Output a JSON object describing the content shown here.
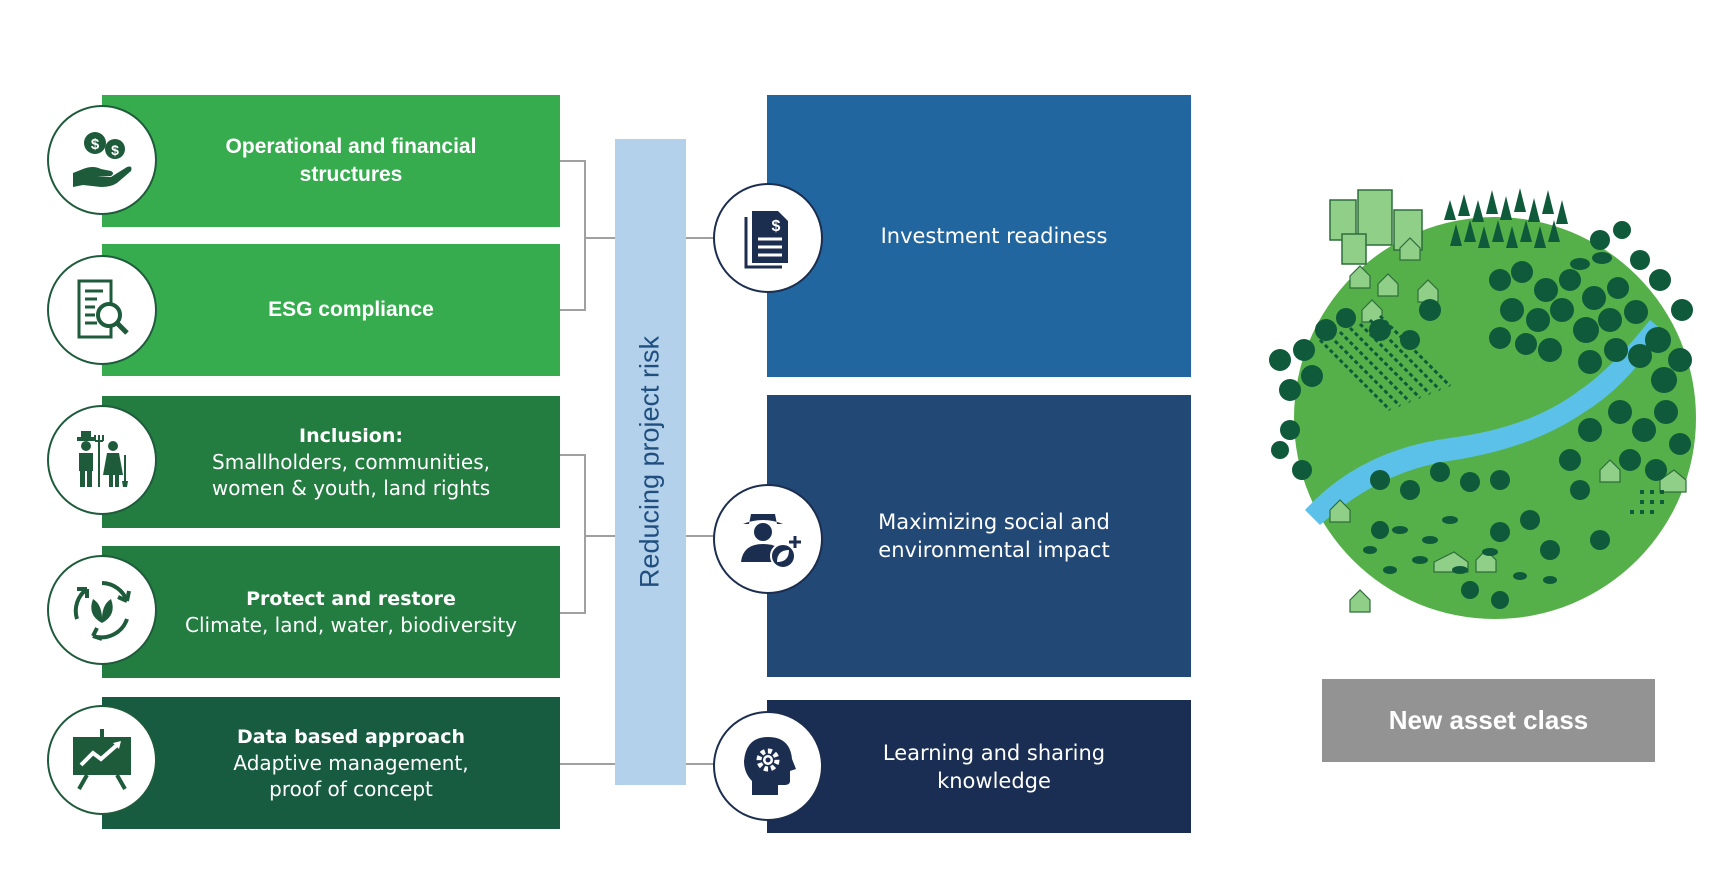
{
  "left_items": [
    {
      "lines": [
        "Operational and financial",
        "structures"
      ],
      "style": "bold",
      "icon": "money-hand-icon"
    },
    {
      "lines": [
        "ESG compliance"
      ],
      "style": "bold",
      "icon": "document-search-icon"
    },
    {
      "title": "Inclusion:",
      "lines": [
        "Smallholders, communities,",
        "women & youth, land rights"
      ],
      "icon": "farmers-icon"
    },
    {
      "title": "Protect and restore",
      "lines": [
        "Climate, land, water, biodiversity"
      ],
      "icon": "leaf-cycle-icon"
    },
    {
      "title": "Data based approach",
      "lines": [
        "Adaptive management,",
        "proof of concept"
      ],
      "icon": "presentation-chart-icon"
    }
  ],
  "center_label": "Reducing project risk",
  "right_items": [
    {
      "lines": [
        "Investment readiness"
      ],
      "icon": "dollar-document-icon"
    },
    {
      "lines": [
        "Maximizing social and",
        "environmental impact"
      ],
      "icon": "farmer-plus-icon"
    },
    {
      "lines": [
        "Learning and sharing",
        "knowledge"
      ],
      "icon": "head-gear-icon"
    }
  ],
  "result_label": "New asset class",
  "colors": {
    "green_light": "#37ac4f",
    "green_mid": "#237d40",
    "green_dark": "#175c40",
    "icon_green": "#1e5b3b",
    "blue_1": "#2266a0",
    "blue_2": "#224876",
    "blue_3": "#1a2d52",
    "center_bar": "#b3d1ea",
    "asset_gray": "#939393"
  }
}
